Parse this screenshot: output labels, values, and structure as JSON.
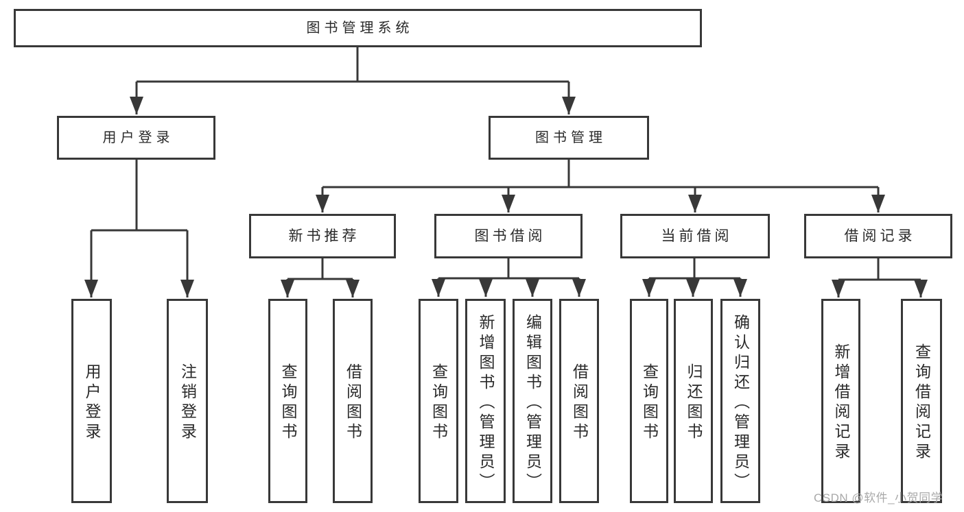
{
  "diagram": {
    "root": {
      "label": "图书管理系统"
    },
    "level2": {
      "user_login": {
        "label": "用户登录"
      },
      "book_management": {
        "label": "图书管理"
      }
    },
    "level3": {
      "new_book_recommend": {
        "label": "新书推荐"
      },
      "book_borrow": {
        "label": "图书借阅"
      },
      "current_borrow": {
        "label": "当前借阅"
      },
      "borrow_record": {
        "label": "借阅记录"
      }
    },
    "leaves": {
      "user_login": {
        "label": "用户登录"
      },
      "logout_login": {
        "label": "注销登录"
      },
      "nb_query_book": {
        "label": "查询图书"
      },
      "nb_borrow_book": {
        "label": "借阅图书"
      },
      "bb_query_book": {
        "label": "查询图书"
      },
      "bb_add_book_admin": {
        "label": "新增图书（管理员）"
      },
      "bb_edit_book_admin": {
        "label": "编辑图书（管理员）"
      },
      "bb_borrow_book": {
        "label": "借阅图书"
      },
      "cb_query_book": {
        "label": "查询图书"
      },
      "cb_return_book": {
        "label": "归还图书"
      },
      "cb_confirm_return_admin": {
        "label": "确认归还（管理员）"
      },
      "br_add_record": {
        "label": "新增借阅记录"
      },
      "br_query_record": {
        "label": "查询借阅记录"
      }
    },
    "colors": {
      "line": "#383838",
      "node_border": "#383838",
      "node_fill": "#ffffff",
      "text": "#2a2a2a",
      "watermark_text": "#a9a9a9"
    }
  },
  "watermark": {
    "text": "CSDN @软件_小贺同学"
  }
}
